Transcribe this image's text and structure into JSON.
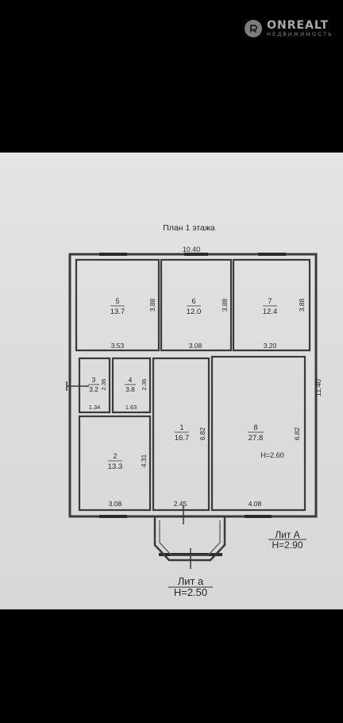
{
  "watermark": {
    "brand": "ONREALT",
    "sub": "НЕДВИЖИМОСТЬ",
    "icon": "onrealt-logo-icon"
  },
  "plan": {
    "title": "План 1 этажа",
    "overall_width": "10.40",
    "overall_depth": "11.40",
    "rooms": [
      {
        "num": "5",
        "area": "13.7",
        "width": "3.53",
        "depth": "3.88"
      },
      {
        "num": "6",
        "area": "12.0",
        "width": "3.08",
        "depth": "3.88"
      },
      {
        "num": "7",
        "area": "12.4",
        "width": "3.20",
        "depth": "3.88"
      },
      {
        "num": "3",
        "area": "3.2",
        "width": "1.34",
        "depth": "2.36"
      },
      {
        "num": "4",
        "area": "3.8",
        "width": "1.63",
        "depth": "2.36"
      },
      {
        "num": "2",
        "area": "13.3",
        "width": "3.08",
        "depth": "4.31"
      },
      {
        "num": "1",
        "area": "16.7",
        "width": "2.45",
        "depth": "6.82"
      },
      {
        "num": "8",
        "area": "27.8",
        "width": "4.08",
        "depth": "6.82",
        "height_note": "H=2.60"
      }
    ],
    "lit_a": {
      "label": "Лит А",
      "height": "H=2.90"
    },
    "lit_small_a": {
      "label": "Лит а",
      "height": "H=2.50"
    }
  }
}
